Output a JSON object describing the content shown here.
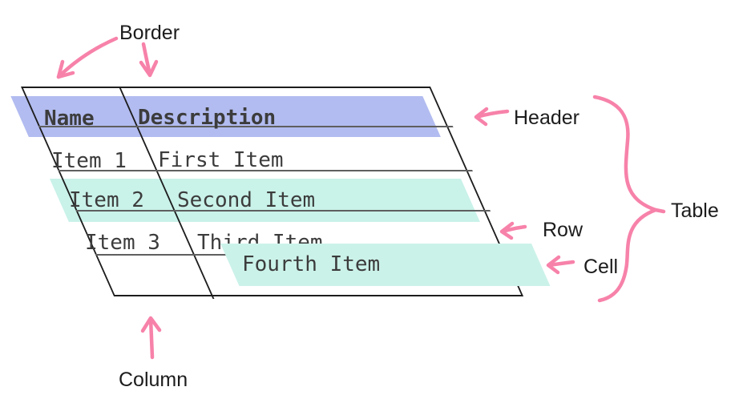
{
  "diagram": {
    "labels": {
      "border": "Border",
      "header": "Header",
      "table": "Table",
      "row": "Row",
      "cell": "Cell",
      "column": "Column"
    }
  },
  "table": {
    "header": [
      "Name",
      "Description"
    ],
    "rows": [
      [
        "Item 1",
        "First Item"
      ],
      [
        "Item 2",
        "Second Item"
      ],
      [
        "Item 3",
        "Third Item"
      ],
      [
        "",
        "Fourth Item"
      ]
    ]
  },
  "colors": {
    "header_highlight": "#b2bcf0",
    "row_highlight": "#c9f2e9",
    "cell_highlight": "#cbf2e9",
    "annotation_pink": "#f782a9",
    "grid_line": "#5f5f5f",
    "border_line": "#1d1d1d",
    "table_text": "#3c3c3c",
    "label_text": "#1c1c1c"
  }
}
